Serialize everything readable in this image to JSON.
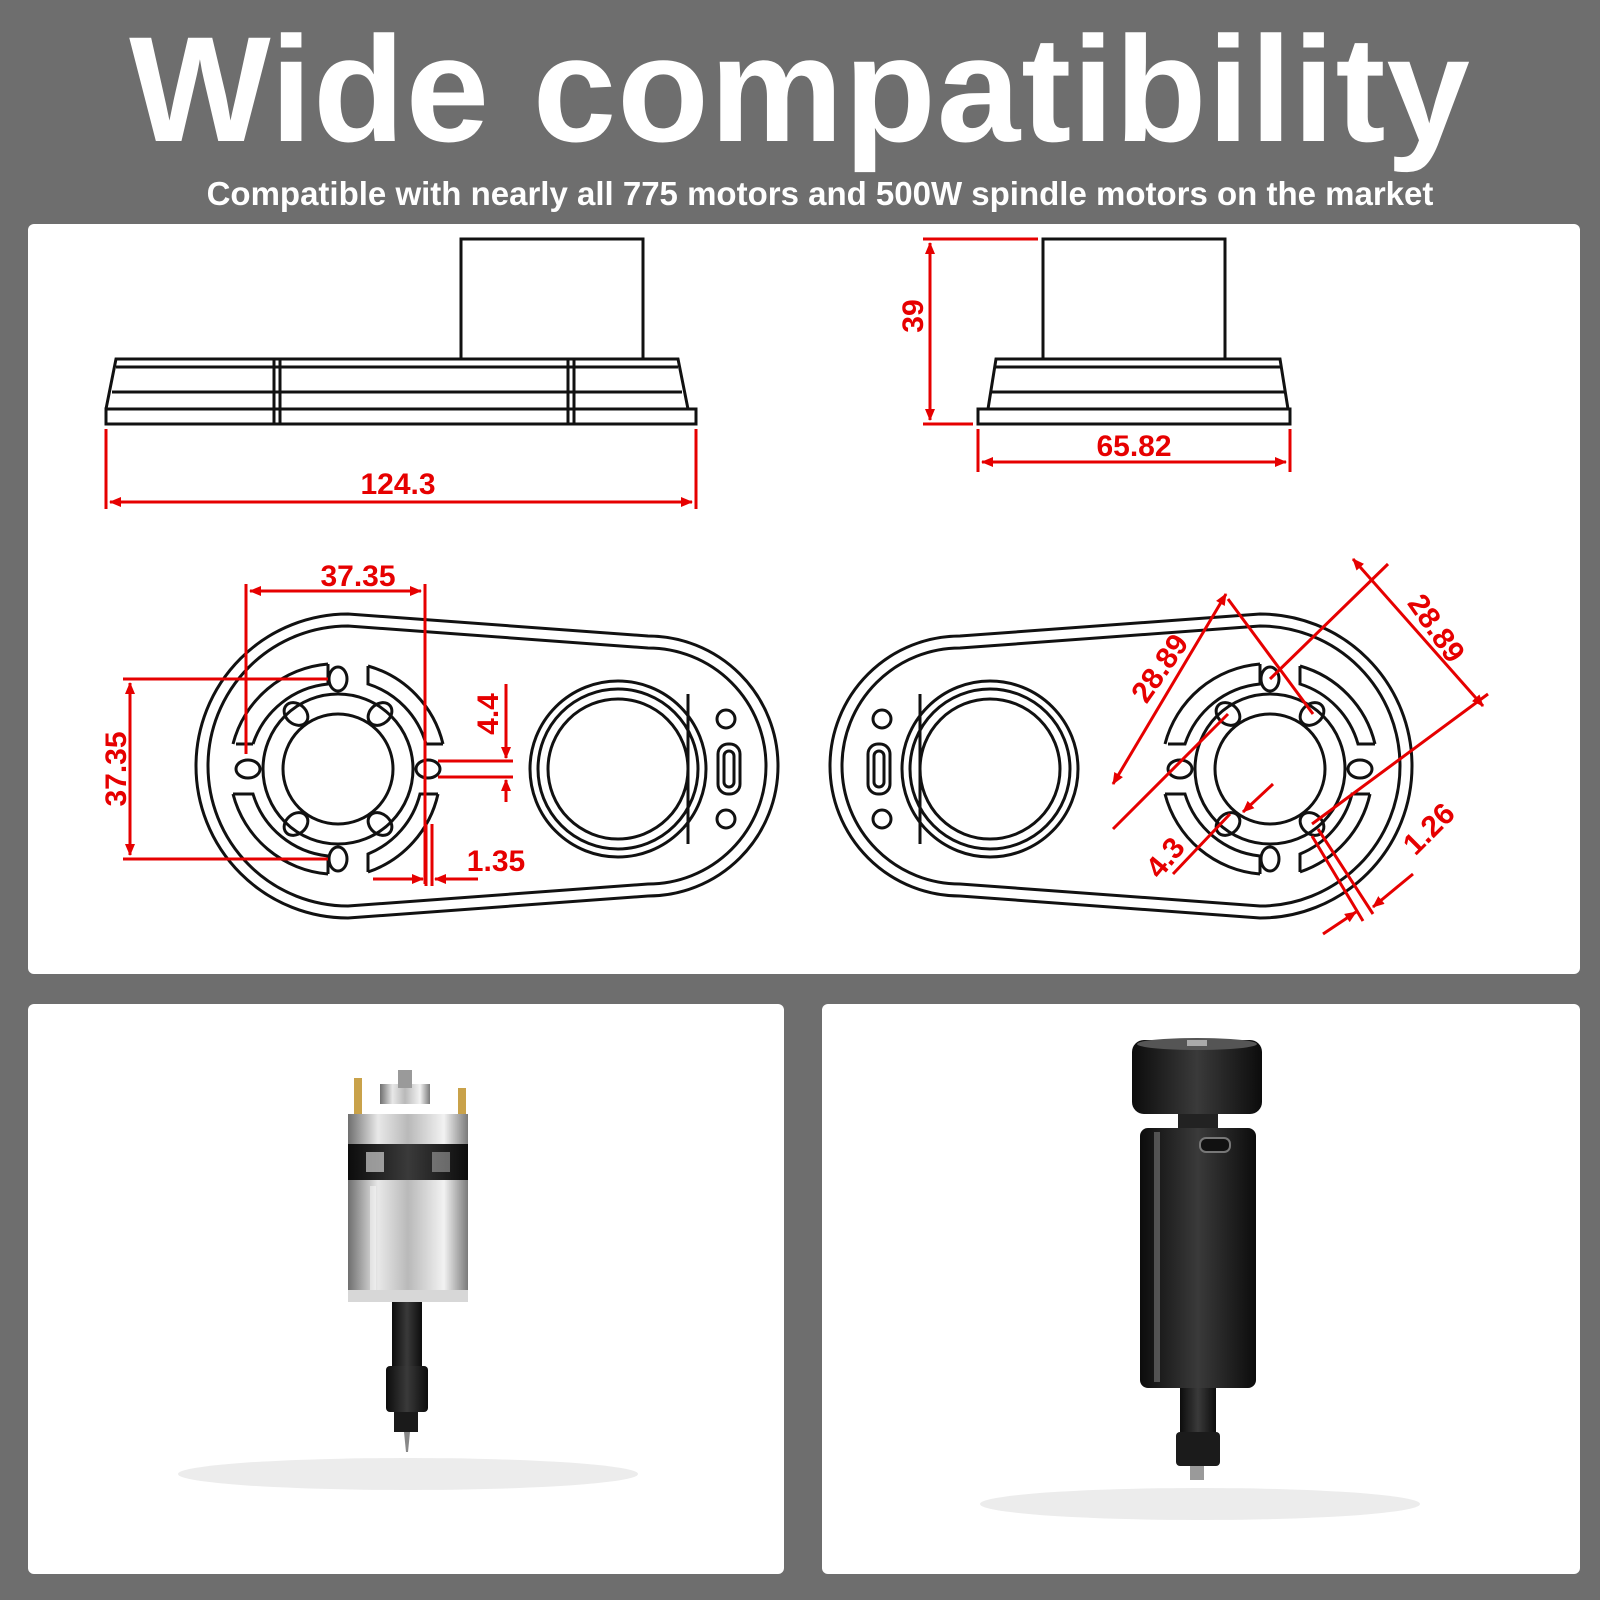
{
  "header": {
    "title": "Wide compatibility",
    "subtitle": "Compatible with nearly all 775 motors and 500W spindle motors on the market"
  },
  "diagram": {
    "line_color": "#111111",
    "dimension_color": "#e60000",
    "dimensions": {
      "front_length": "124.3",
      "side_width": "65.82",
      "side_height": "39",
      "left_hole_spacing_horizontal": "37.35",
      "left_hole_spacing_vertical": "37.35",
      "left_slot_width": "4.4",
      "left_wall_gap": "1.35",
      "right_diagonal_spacing_a": "28.89",
      "right_diagonal_spacing_b": "28.89",
      "right_hole_diameter": "4.3",
      "right_wall_gap": "1.26"
    }
  },
  "photos": {
    "left": "775-motor-photo",
    "right": "500w-spindle-motor-photo"
  }
}
